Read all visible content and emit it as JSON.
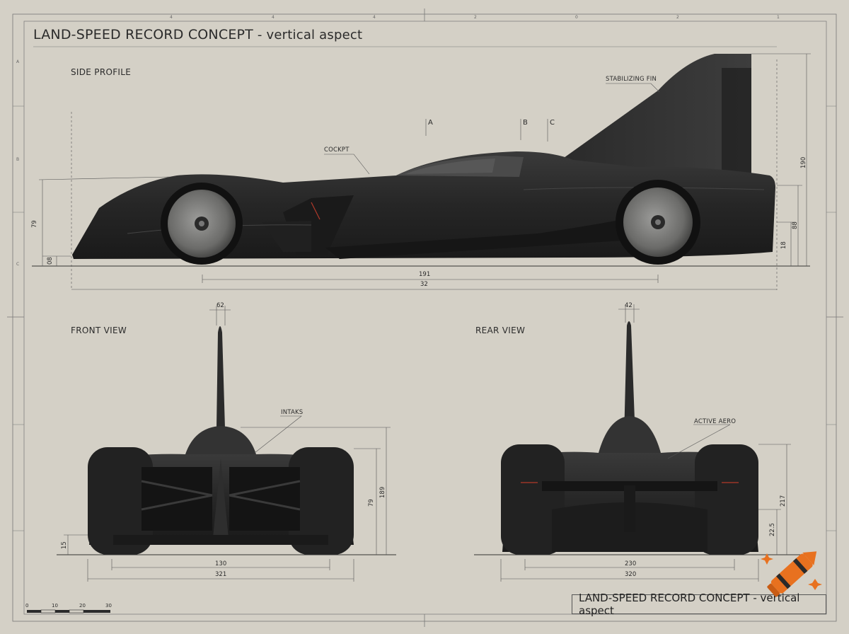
{
  "title": {
    "main": "LAND-SPEED RECORD CONCEPT",
    "sub": " - vertical aspect"
  },
  "views": {
    "side": "SIDE PROFILE",
    "front": "FRONT VIEW",
    "rear": "REAR VIEW"
  },
  "callouts": {
    "fin": "STABILIZING FIN",
    "cockpit": "COCKPT",
    "intakes": "INTAKS",
    "aero": "ACTIVE AERO"
  },
  "sections": {
    "a": "A",
    "b": "B",
    "c": "C"
  },
  "dimensions": {
    "side_height_total": "190",
    "side_height_left": "79",
    "side_ground_left": "08",
    "side_wheel_height": "88",
    "side_ground_right": "18",
    "side_wheelbase": "191",
    "side_length": "32",
    "front_fin_width": "62",
    "front_height_total": "189",
    "front_height_body": "79",
    "front_ground": "15",
    "front_track": "130",
    "front_width": "321",
    "rear_fin_width": "42",
    "rear_height_total": "217",
    "rear_height_body": "22.5",
    "rear_track": "230",
    "rear_width": "320"
  },
  "scale_bar": [
    "0",
    "10",
    "20",
    "30"
  ],
  "border_ticks": {
    "top": [
      "4",
      "4",
      "4",
      "2",
      "0",
      "2",
      "1"
    ],
    "left": [
      "A",
      "B",
      "C"
    ]
  },
  "title_block": "LAND-SPEED RECORD CONCEPT - vertical aspect",
  "colors": {
    "paper": "#d4d0c6",
    "ink": "#2b2b2b",
    "body": "#262626",
    "accent": "#b33a2a"
  },
  "icons": {
    "watermark": "crayon-icon"
  }
}
